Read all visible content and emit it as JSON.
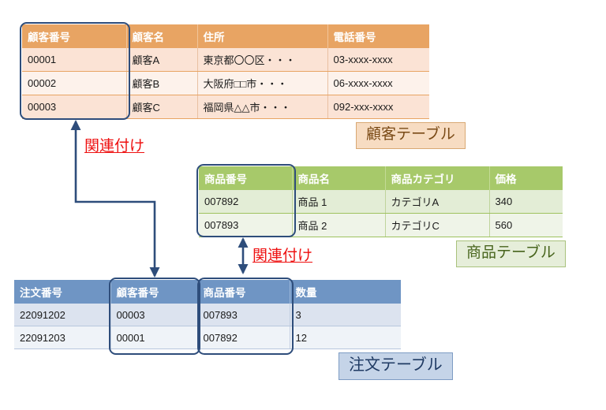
{
  "diagram": {
    "title": "database-table-relationship-diagram",
    "colors": {
      "customer_header": "#E8A463",
      "product_header": "#A7C96A",
      "order_header": "#6F95C4",
      "key_outline": "#2E4D7B",
      "relation_label": "#EE1111"
    }
  },
  "customer_table": {
    "caption": "顧客テーブル",
    "columns": [
      "顧客番号",
      "顧客名",
      "住所",
      "電話番号"
    ],
    "rows": [
      [
        "00001",
        "顧客A",
        "東京都〇〇区・・・",
        "03-xxxx-xxxx"
      ],
      [
        "00002",
        "顧客B",
        "大阪府□□市・・・",
        "06-xxxx-xxxx"
      ],
      [
        "00003",
        "顧客C",
        "福岡県△△市・・・",
        "092-xxx-xxxx"
      ]
    ],
    "key_column": "顧客番号"
  },
  "product_table": {
    "caption": "商品テーブル",
    "columns": [
      "商品番号",
      "商品名",
      "商品カテゴリ",
      "価格"
    ],
    "rows": [
      [
        "007892",
        "商品 1",
        "カテゴリA",
        "340"
      ],
      [
        "007893",
        "商品 2",
        "カテゴリC",
        "560"
      ]
    ],
    "key_column": "商品番号"
  },
  "order_table": {
    "caption": "注文テーブル",
    "columns": [
      "注文番号",
      "顧客番号",
      "商品番号",
      "数量"
    ],
    "rows": [
      [
        "22091202",
        "00003",
        "007893",
        "3"
      ],
      [
        "22091203",
        "00001",
        "007892",
        "12"
      ]
    ],
    "key_columns": [
      "顧客番号",
      "商品番号"
    ]
  },
  "relations": [
    {
      "label": "関連付け",
      "from": "order.顧客番号",
      "to": "customer.顧客番号"
    },
    {
      "label": "関連付け",
      "from": "order.商品番号",
      "to": "product.商品番号"
    }
  ]
}
